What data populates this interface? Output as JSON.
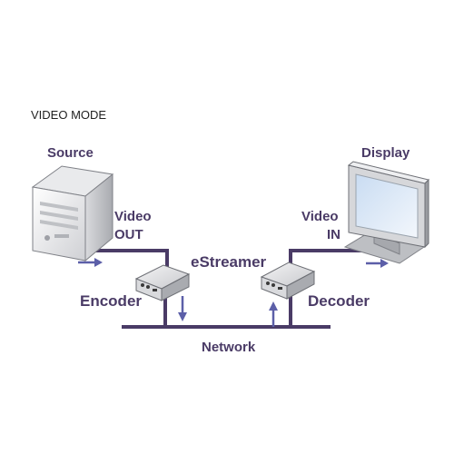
{
  "diagram": {
    "mode_title": "VIDEO MODE",
    "source_label": "Source",
    "display_label": "Display",
    "video_out_line1": "Video",
    "video_out_line2": "OUT",
    "video_in_line1": "Video",
    "video_in_line2": "IN",
    "product_label": "eStreamer",
    "encoder_label": "Encoder",
    "decoder_label": "Decoder",
    "network_label": "Network"
  },
  "colors": {
    "line": "#4a3b66",
    "arrow": "#5c5fa8",
    "text": "#4a3b66"
  },
  "icons": {
    "source": "desktop-tower-icon",
    "display": "monitor-icon",
    "encoder": "encoder-box-icon",
    "decoder": "decoder-box-icon"
  }
}
